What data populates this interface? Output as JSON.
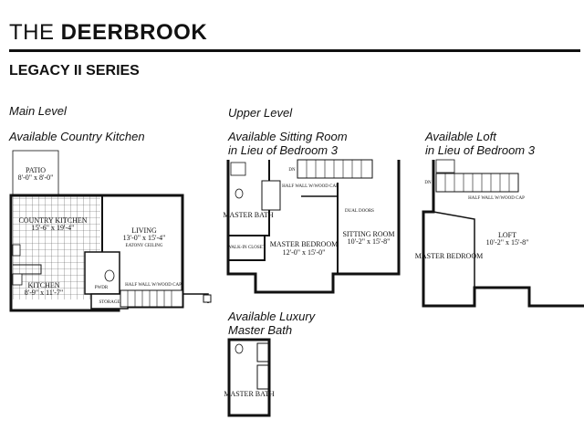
{
  "header": {
    "brand_light": "THE ",
    "brand_bold": "DEERBROOK",
    "series": "LEGACY II SERIES"
  },
  "main_level": {
    "heading": "Main Level",
    "option": "Available Country Kitchen",
    "rooms": {
      "patio": "PATIO",
      "patio_dim": "8'-0\" x 8'-0\"",
      "country_kitchen": "COUNTRY KITCHEN",
      "country_kitchen_dim": "15'-6\" x 19'-4\"",
      "living": "LIVING",
      "living_dim": "13'-0\" x 15'-4\"",
      "living_note": "EATONY CEILING",
      "kitchen": "KITCHEN",
      "kitchen_dim": "8'-9\" x 11'-7\"",
      "storage": "STORAGE",
      "pwdr": "PWDR",
      "rail": "HALF WALL W/WOOD CAP"
    }
  },
  "upper_level": {
    "heading": "Upper Level",
    "option_line1": "Available Sitting Room",
    "option_line2": "in Lieu of Bedroom 3",
    "rooms": {
      "master_bath": "MASTER BATH",
      "master_bedroom": "MASTER BEDROOM",
      "master_bedroom_dim": "12'-0\" x 15'-0\"",
      "walk_in_closet": "WALK-IN CLOSET",
      "sitting_room": "SITTING ROOM",
      "sitting_room_dim": "10'-2\" x 15'-8\"",
      "dn": "DN",
      "rail": "HALF WALL W/WOOD CAP",
      "doors": "DUAL DOORS"
    }
  },
  "loft_option": {
    "heading_line1": "Available Loft",
    "heading_line2": "in Lieu of Bedroom 3",
    "rooms": {
      "master_bedroom": "MASTER BEDROOM",
      "loft": "LOFT",
      "loft_dim": "10'-2\" x 15'-8\"",
      "dn": "DN",
      "rail": "HALF WALL W/WOOD CAP"
    }
  },
  "luxury_bath": {
    "heading_line1": "Available Luxury",
    "heading_line2": "Master Bath",
    "rooms": {
      "master_bath": "MASTER BATH"
    }
  }
}
